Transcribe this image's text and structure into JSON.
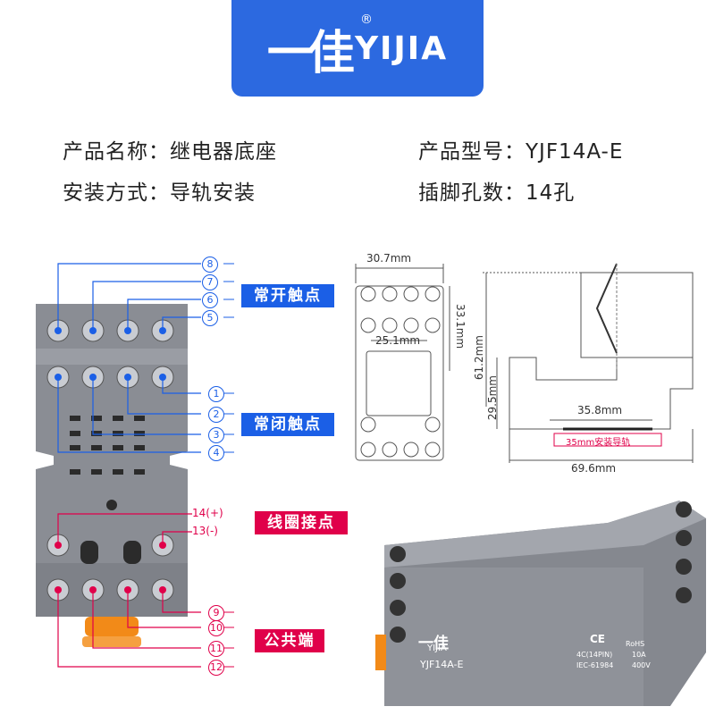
{
  "logo": {
    "cn": "一佳",
    "en": "YIJIA",
    "reg": "®"
  },
  "specs": {
    "name": "产品名称：继电器底座",
    "model": "产品型号：YJF14A-E",
    "install": "安装方式：导轨安装",
    "pins": "插脚孔数：14孔"
  },
  "callouts": {
    "no": "常开触点",
    "nc": "常闭触点",
    "coil": "线圈接点",
    "common": "公共端"
  },
  "terminals": {
    "t8": "8",
    "t7": "7",
    "t6": "6",
    "t5": "5",
    "t1": "1",
    "t2": "2",
    "t3": "3",
    "t4": "4",
    "t14": "14(+)",
    "t13": "13(-)",
    "t9": "9",
    "t10": "10",
    "t11": "11",
    "t12": "12"
  },
  "dimensions": {
    "width_top": "30.7mm",
    "height_side": "33.1mm",
    "inner": "25.1mm",
    "height_total": "61.2mm",
    "height_base": "29.5mm",
    "rail_width": "35.8mm",
    "rail_label": "35mm安装导轨",
    "base_width": "69.6mm"
  },
  "product_label": {
    "logo_cn": "一佳",
    "logo_en": "YIJIA",
    "model": "YJF14A-E",
    "spec1": "4C(14PIN)",
    "spec2": "IEC-61984",
    "spec3": "10A",
    "spec4": "400V",
    "rohs": "RoHS",
    "ce": "CE"
  },
  "colors": {
    "brand": "#2c69e0",
    "blue_tag": "#1b5fe6",
    "red_tag": "#e0004a",
    "housing": "#8c8f96"
  }
}
